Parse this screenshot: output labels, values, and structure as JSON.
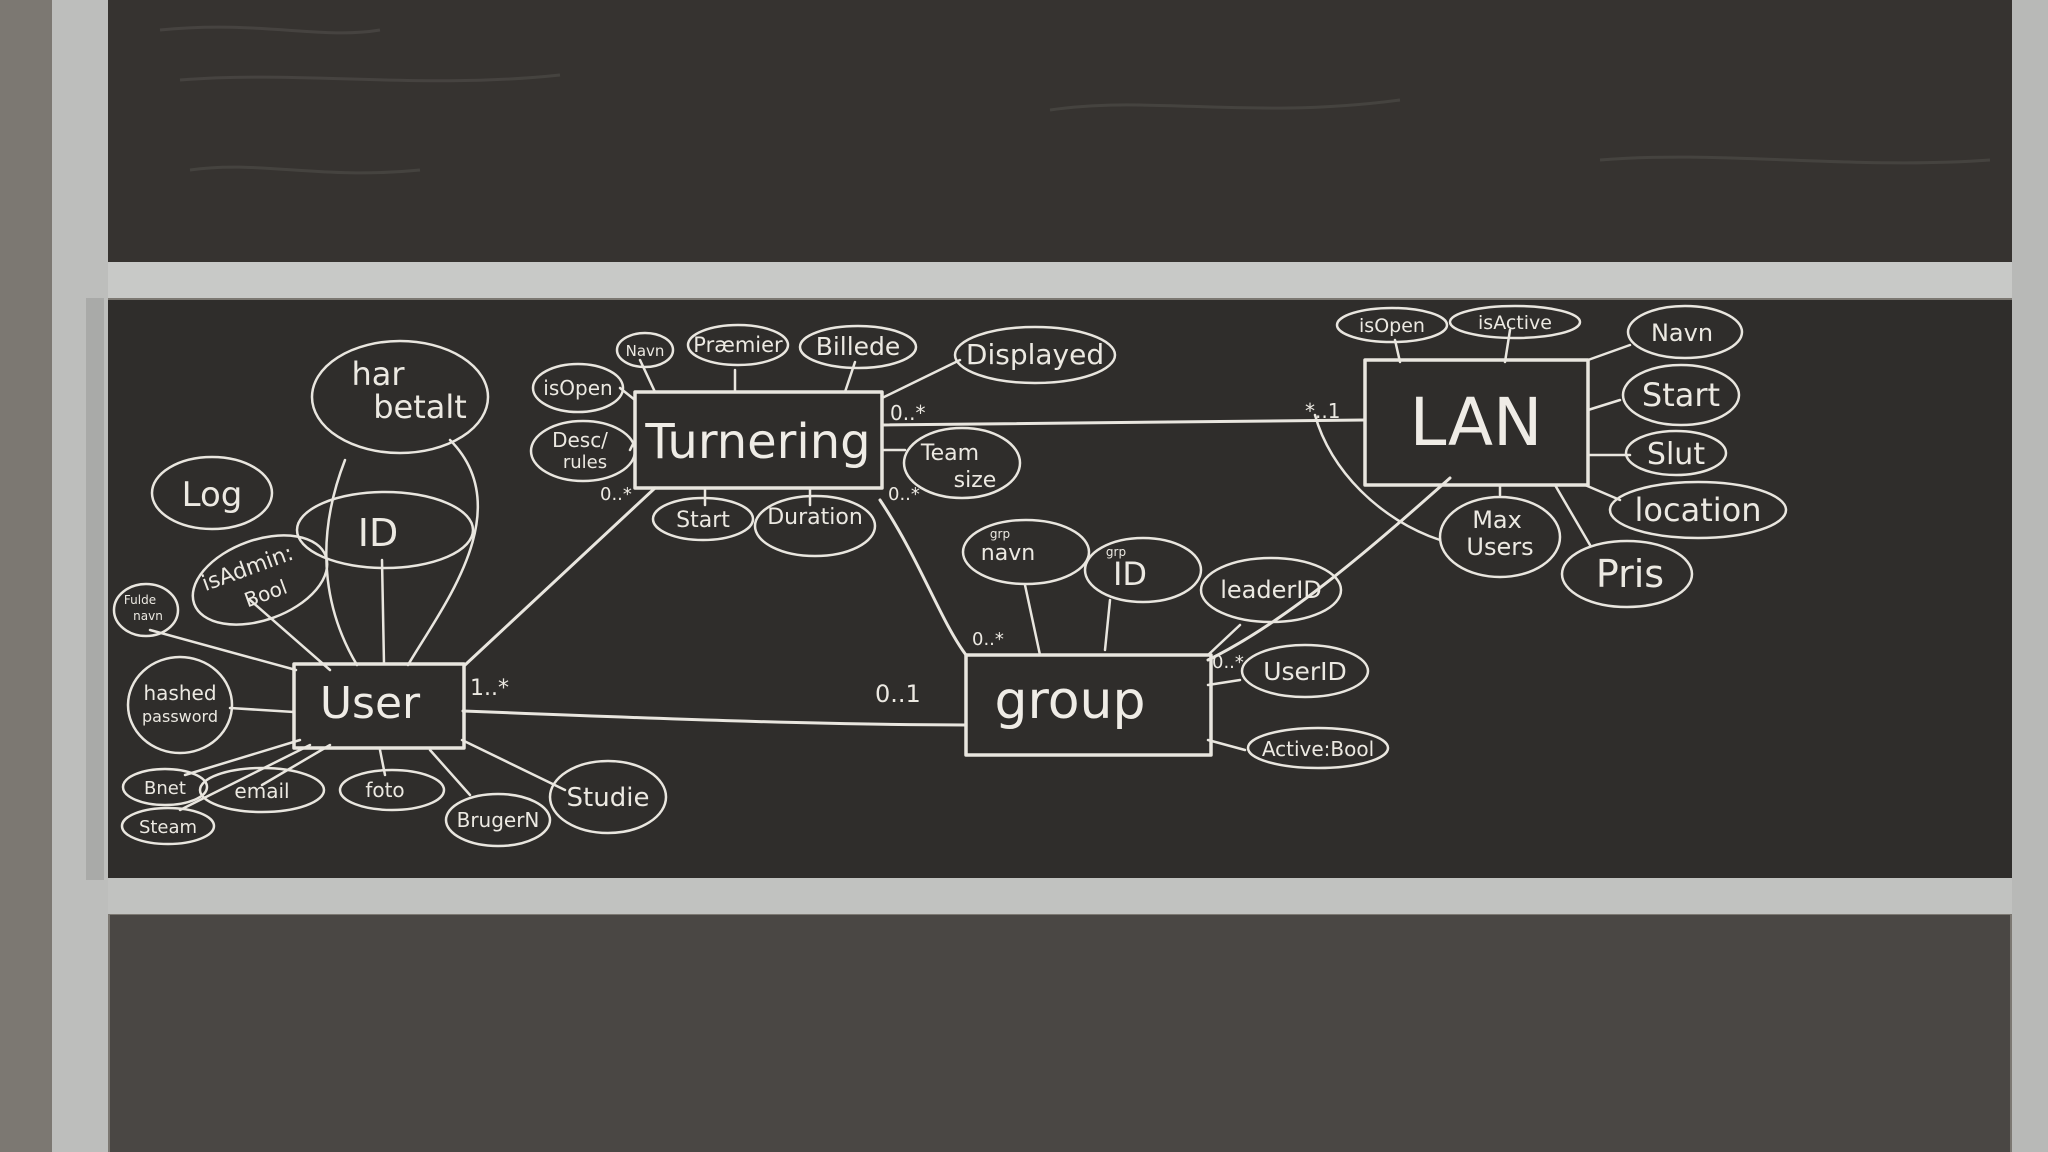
{
  "board": {
    "colors": {
      "wall": "#7c7872",
      "board_surface": "#2f2d2b",
      "upper_board": "#363330",
      "frame": "#c8c9c7",
      "chalk": "#e9e6df",
      "concrete": "#4a4744"
    }
  },
  "entities": {
    "turnering": "Turnering",
    "lan": "LAN",
    "user": "User",
    "group": "group"
  },
  "attributes": {
    "har_betalt_1": "har",
    "har_betalt_2": "betalt",
    "log": "Log",
    "id_user": "ID",
    "isadmin_1": "isAdmin:",
    "isadmin_2": "Bool",
    "fulde_navn_1": "Fulde",
    "fulde_navn_2": "navn",
    "hashed_1": "hashed",
    "hashed_2": "password",
    "bnet": "Bnet",
    "steam": "Steam",
    "email": "email",
    "foto": "foto",
    "brugernavn": "BrugerN",
    "studie": "Studie",
    "navn_t": "Navn",
    "praemier": "Præmier",
    "billede": "Billede",
    "displayed": "Displayed",
    "isopen_t": "isOpen",
    "desc_1": "Desc/",
    "desc_2": "rules",
    "team_1": "Team",
    "team_2": "size",
    "start_t": "Start",
    "duration": "Duration",
    "grp_navn_pre": "grp",
    "grp_navn": "navn",
    "grp_id_pre": "grp",
    "grp_id": "ID",
    "leader_id": "leaderID",
    "user_id": "UserID",
    "active_bool": "Active:Bool",
    "isopen_l": "isOpen",
    "isactive": "isActive",
    "navn_l": "Navn",
    "start_l": "Start",
    "slut": "Slut",
    "location": "location",
    "max_1": "Max",
    "max_2": "Users",
    "pris": "Pris"
  },
  "multiplicities": {
    "t_l_near_t": "0..*",
    "t_l_near_l": "*..1",
    "u_t_near_u": "1..*",
    "u_t_near_t": "0..*",
    "u_g_near_g": "0..1",
    "t_g_near_t": "0..*",
    "t_g_near_g": "0..*",
    "g_l_near_g": "0..*"
  }
}
